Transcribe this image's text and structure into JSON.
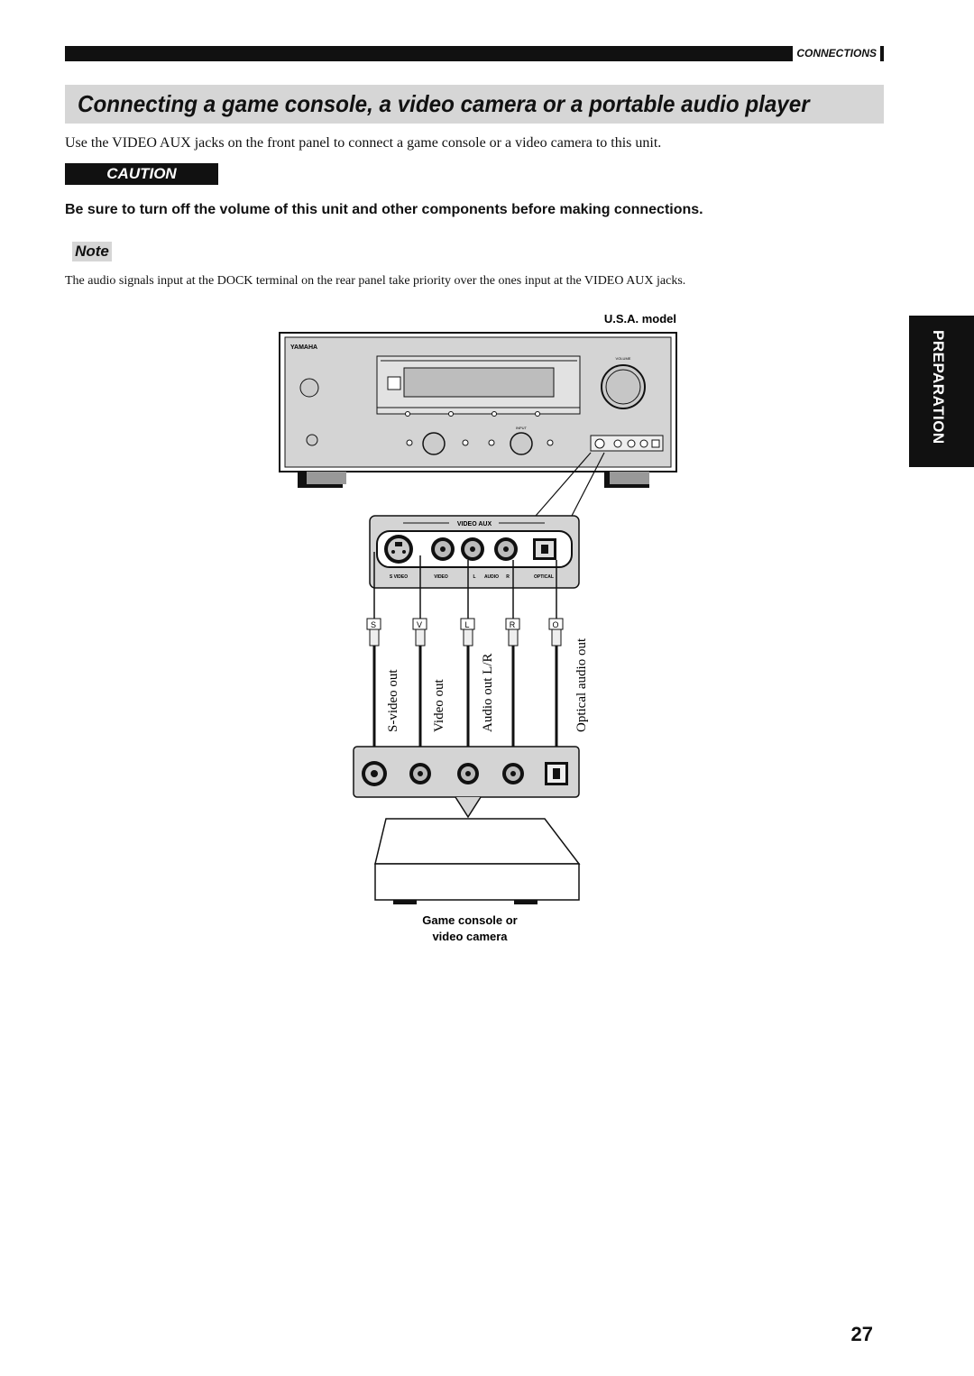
{
  "header": {
    "section": "CONNECTIONS"
  },
  "title": "Connecting a game console, a video camera or a portable audio player",
  "intro": "Use the VIDEO AUX jacks on the front panel to connect a game console or a video camera to this unit.",
  "caution": {
    "label": "CAUTION",
    "text": "Be sure to turn off the volume of this unit and other components before making connections."
  },
  "note": {
    "label": "Note",
    "text": "The audio signals input at the DOCK terminal on the rear panel take priority over the ones input at the VIDEO AUX jacks."
  },
  "side_tab": "PREPARATION",
  "diagram": {
    "model_label": "U.S.A. model",
    "brand": "YAMAHA",
    "receiver_volume_label": "VOLUME",
    "receiver_input_label": "INPUT",
    "panel_title": "VIDEO AUX",
    "jack_labels": [
      "S VIDEO",
      "VIDEO",
      "L",
      "AUDIO",
      "R",
      "OPTICAL"
    ],
    "plug_letters": [
      "S",
      "V",
      "L",
      "R",
      "O"
    ],
    "cable_labels": [
      "S-video out",
      "Video out",
      "Audio out L/R",
      "Optical audio out"
    ],
    "device_caption_line1": "Game console or",
    "device_caption_line2": "video camera"
  },
  "page_number": "27"
}
